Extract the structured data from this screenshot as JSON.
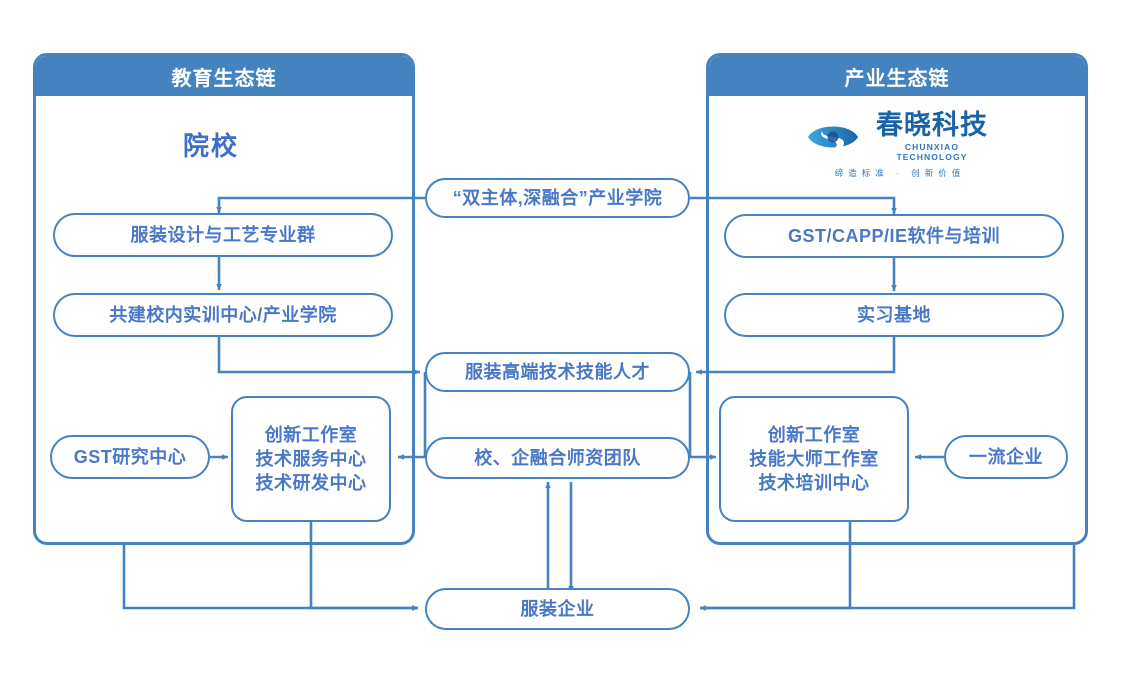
{
  "diagram": {
    "title": "教育生态链 / 产业生态链 双主体深融合产业学院结构图",
    "accent": "#4583C0",
    "node_text": "#4A78C8"
  },
  "left_panel": {
    "header": "教育生态链",
    "title": "院校",
    "nodes": {
      "major_group": "服装设计与工艺专业群",
      "training_center": "共建校内实训中心/产业学院",
      "gst_research": "GST研究中心",
      "centers": [
        "创新工作室",
        "技术服务中心",
        "技术研发中心"
      ]
    }
  },
  "right_panel": {
    "header": "产业生态链",
    "logo": {
      "mark": "eye-swirl-logo-icon",
      "name_cn": "春晓科技",
      "name_en": "CHUNXIAO TECHNOLOGY",
      "slogan": "缔造标准 · 创新价值"
    },
    "nodes": {
      "software": "GST/CAPP/IE软件与培训",
      "practice_base": "实习基地",
      "top_enterprise": "一流企业",
      "centers": [
        "创新工作室",
        "技能大师工作室",
        "技术培训中心"
      ]
    }
  },
  "center": {
    "industry_college": "“双主体,深融合”产业学院",
    "talent": "服装高端技术技能人才",
    "faculty_team": "校、企融合师资团队",
    "apparel_enterprise": "服装企业"
  }
}
